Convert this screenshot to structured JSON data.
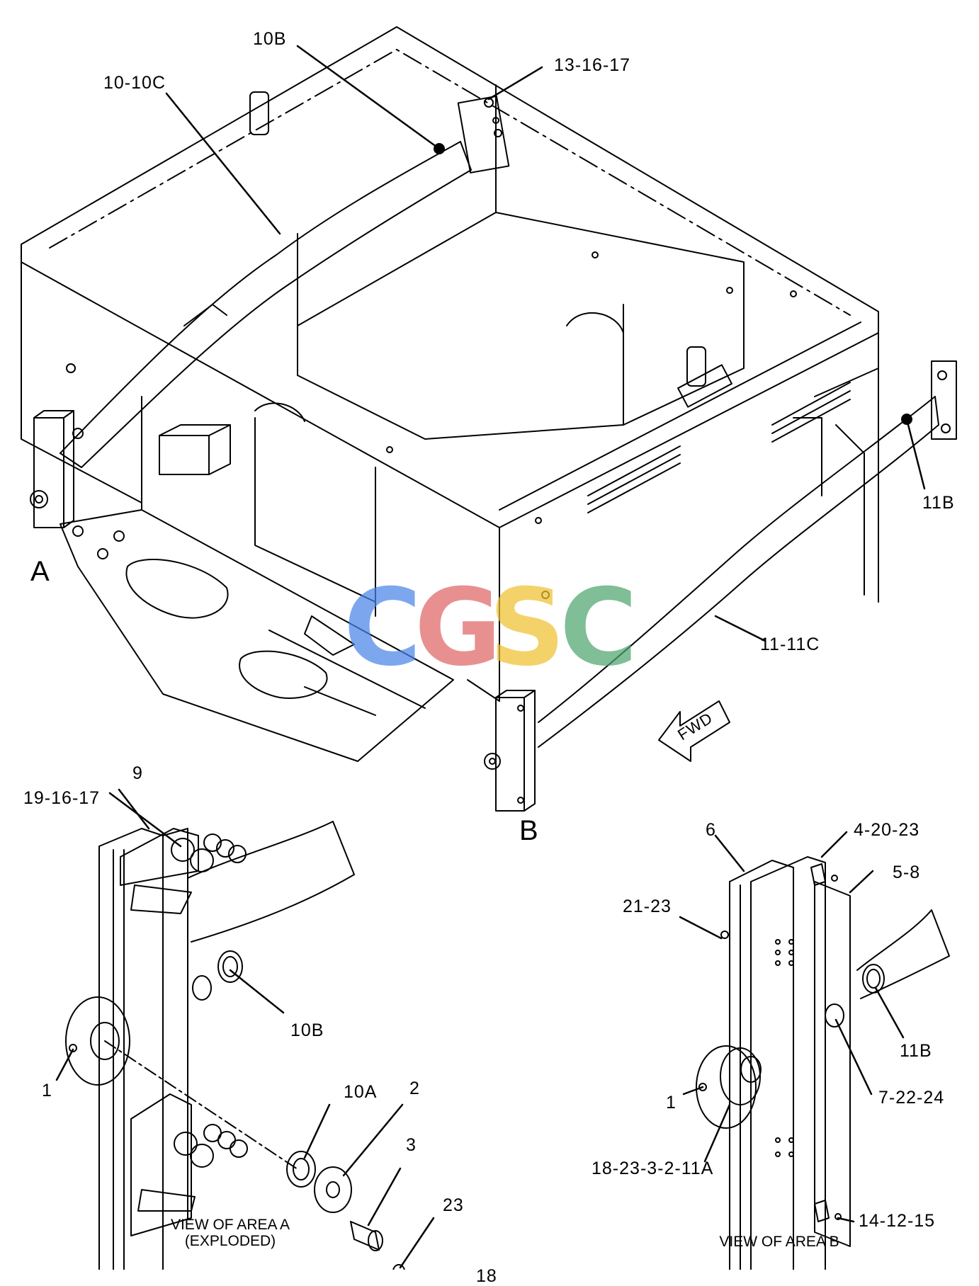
{
  "labels": {
    "l_10b_top": "10B",
    "l_13_16_17": "13-16-17",
    "l_10_10c": "10-10C",
    "l_11b_top": "11B",
    "l_11_11c": "11-11C",
    "l_a": "A",
    "l_b": "B",
    "l_fwd": "FWD",
    "l_9": "9",
    "l_19_16_17": "19-16-17",
    "l_10b_a": "10B",
    "l_1_a": "1",
    "l_10a": "10A",
    "l_2": "2",
    "l_3": "3",
    "l_23": "23",
    "l_18": "18",
    "l_6": "6",
    "l_4_20_23": "4-20-23",
    "l_5_8": "5-8",
    "l_21_23": "21-23",
    "l_11b_b": "11B",
    "l_7_22_24": "7-22-24",
    "l_1_b": "1",
    "l_18_23_3_2_11a": "18-23-3-2-11A",
    "l_14_12_15": "14-12-15"
  },
  "captions": {
    "view_a_line1": "VIEW OF AREA A",
    "view_a_line2": "(EXPLODED)",
    "view_b": "VIEW OF AREA B"
  },
  "watermark": {
    "letters": [
      "C",
      "G",
      "S",
      "C"
    ],
    "colors": [
      "#4a86e8",
      "#e06666",
      "#f1c232",
      "#4ea66f"
    ]
  }
}
